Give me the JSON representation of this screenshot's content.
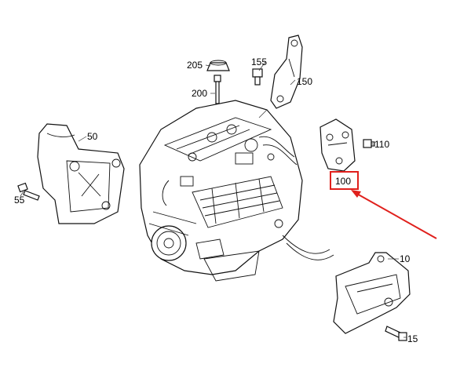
{
  "callouts": {
    "c205": "205",
    "c155": "155",
    "c150": "150",
    "c200": "200",
    "c50": "50",
    "c55": "55",
    "c110": "110",
    "c100": "100",
    "c10": "10",
    "c15": "15"
  },
  "highlight": {
    "target": "100",
    "color": "#e0201c"
  }
}
